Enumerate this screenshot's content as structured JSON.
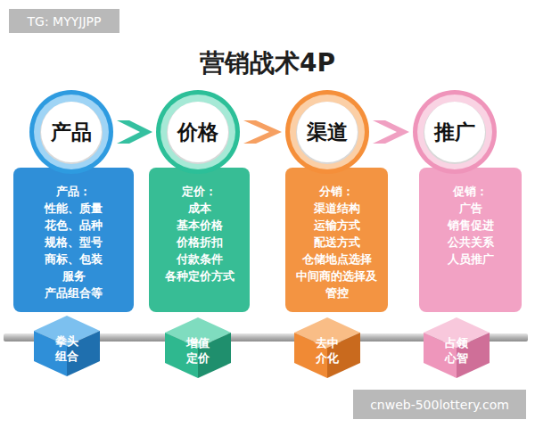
{
  "diagram": {
    "title": "营销战术4P",
    "nodes": [
      {
        "text": [
          "产品"
        ]
      },
      {
        "text": [
          "价格"
        ]
      },
      {
        "text": [
          "渠道"
        ]
      },
      {
        "text": [
          "推广"
        ]
      },
      {
        "text": [
          "产品：",
          "性能、质量",
          "花色、品种",
          "规格、型号",
          "商标、包装",
          "服务",
          "产品组合等"
        ]
      },
      {
        "text": [
          "定价：",
          "成本",
          "基本价格",
          "价格折扣",
          "付款条件",
          "各种定价方式"
        ]
      },
      {
        "text": [
          "分销：",
          "渠道结构",
          "运输方式",
          "配送方式",
          "仓储地点选择",
          "中间商的选择及管控"
        ]
      },
      {
        "text": [
          "促销：",
          "广告",
          "销售促进",
          "公共关系",
          "人员推广"
        ]
      },
      {
        "text": [
          "拳头组合"
        ]
      },
      {
        "text": [
          "增值定价"
        ]
      },
      {
        "text": [
          "去中介化"
        ]
      },
      {
        "text": [
          "占领心智"
        ]
      }
    ],
    "edges": [
      {
        "from": 0,
        "to": 1,
        "arrow": "to"
      },
      {
        "from": 1,
        "to": 2,
        "arrow": "to"
      },
      {
        "from": 2,
        "to": 3,
        "arrow": "to"
      }
    ],
    "labels": [
      "TG: MYYJJPP",
      "cnweb-500lottery.com"
    ]
  }
}
